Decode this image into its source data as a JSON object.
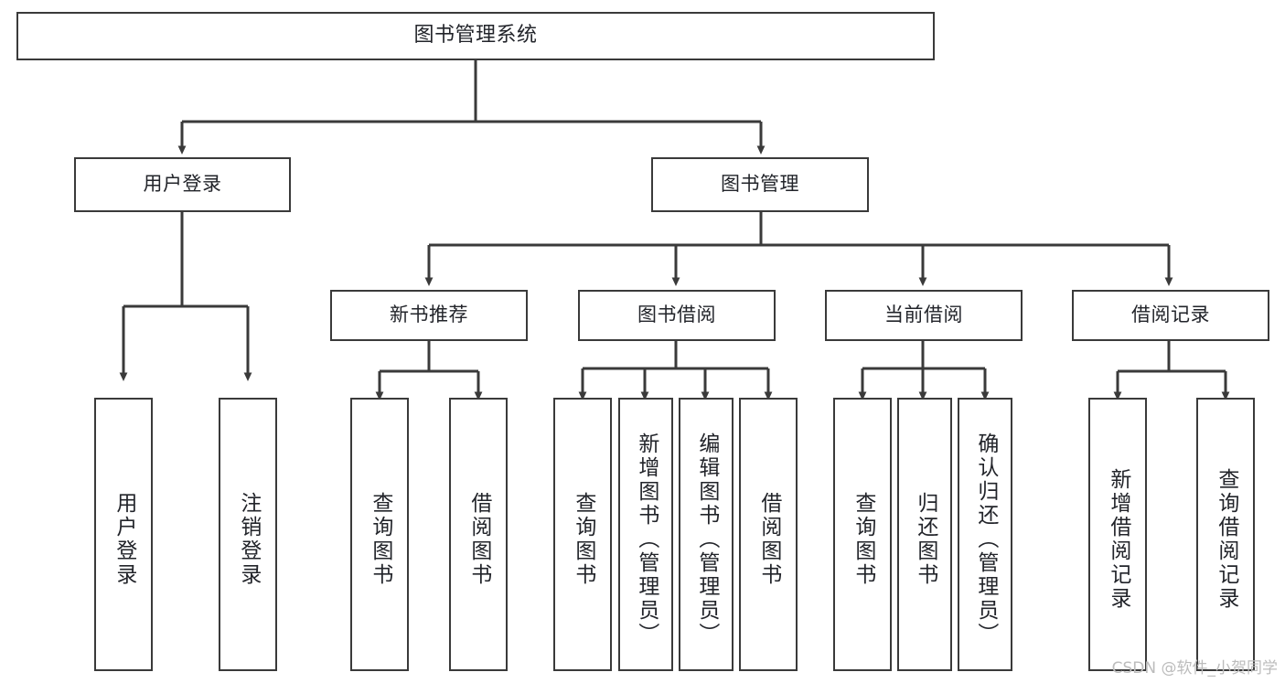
{
  "diagram": {
    "title": "图书管理系统",
    "watermark": "CSDN @软件_小贺同学",
    "colors": {
      "background": "#ffffff",
      "border": "#3a3a3a",
      "text": "#22242a",
      "connector": "#3a3a3a",
      "watermark": "#bcbcbc"
    },
    "nodes": {
      "root": "图书管理系统",
      "user_login": "用户登录",
      "book_manage": "图书管理",
      "new_book_rec": "新书推荐",
      "book_borrow": "图书借阅",
      "current_borrow": "当前借阅",
      "borrow_record": "借阅记录",
      "leaf_user_login": "用户登录",
      "leaf_logout": "注销登录",
      "leaf_query_book_1": "查询图书",
      "leaf_borrow_book_1": "借阅图书",
      "leaf_query_book_2": "查询图书",
      "leaf_add_book_admin": "新增图书（管理员）",
      "leaf_edit_book_admin": "编辑图书（管理员）",
      "leaf_borrow_book_2": "借阅图书",
      "leaf_query_book_3": "查询图书",
      "leaf_return_book": "归还图书",
      "leaf_confirm_return_admin": "确认归还（管理员）",
      "leaf_add_record": "新增借阅记录",
      "leaf_query_record": "查询借阅记录"
    }
  }
}
